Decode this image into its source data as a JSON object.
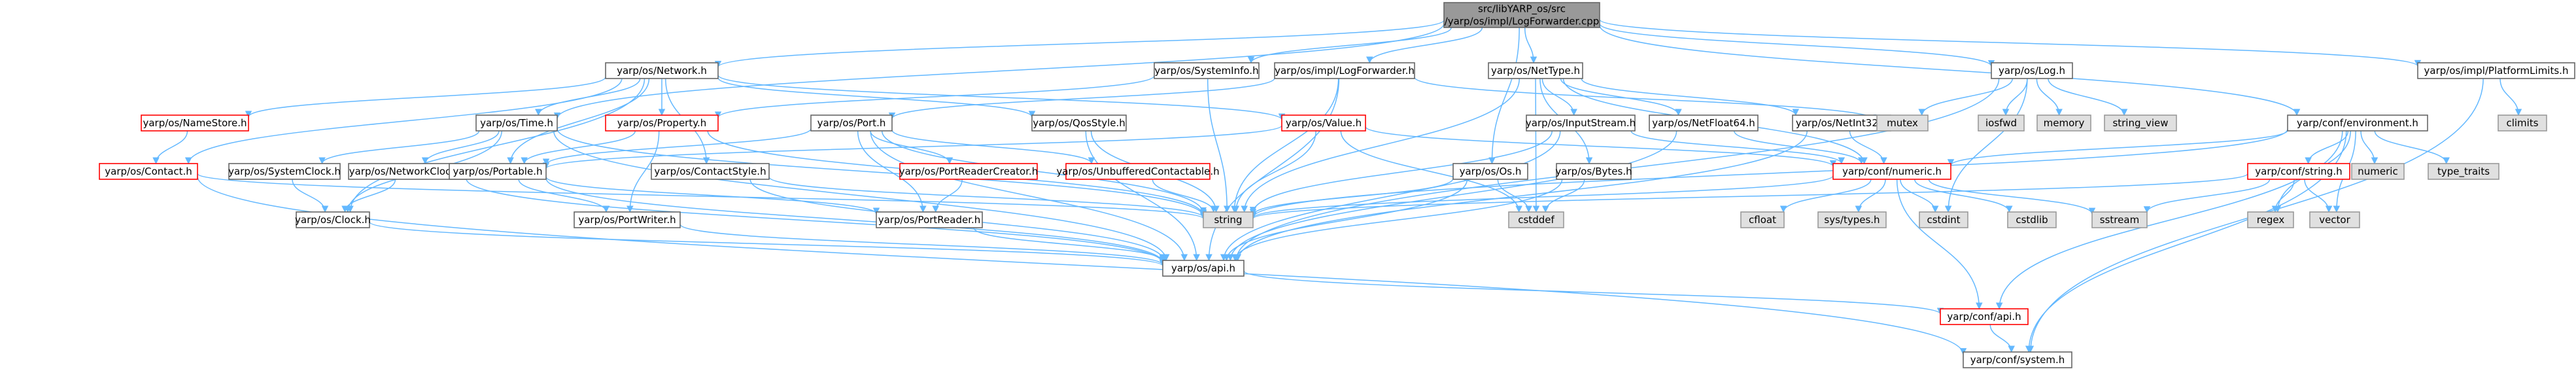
{
  "colors": {
    "normal_fill": "#ffffff",
    "normal_stroke": "#666666",
    "root_fill": "#999999",
    "root_stroke": "#666666",
    "red_fill": "#ffffff",
    "red_stroke": "#ff0000",
    "system_fill": "#e0e0e0",
    "system_stroke": "#999999",
    "text": "#000000",
    "edge": "#63b8ff"
  },
  "nodes": [
    {
      "id": "root",
      "lines": [
        "src/libYARP_os/src",
        "/yarp/os/impl/LogForwarder.cpp"
      ],
      "style": "root"
    },
    {
      "id": "network",
      "lines": [
        "yarp/os/Network.h"
      ],
      "style": "normal"
    },
    {
      "id": "sysinfo",
      "lines": [
        "yarp/os/SystemInfo.h"
      ],
      "style": "normal"
    },
    {
      "id": "logfwd",
      "lines": [
        "yarp/os/impl/LogForwarder.h"
      ],
      "style": "normal"
    },
    {
      "id": "nettype",
      "lines": [
        "yarp/os/NetType.h"
      ],
      "style": "normal"
    },
    {
      "id": "log",
      "lines": [
        "yarp/os/Log.h"
      ],
      "style": "normal"
    },
    {
      "id": "platlimits",
      "lines": [
        "yarp/os/impl/PlatformLimits.h"
      ],
      "style": "normal"
    },
    {
      "id": "namestore",
      "lines": [
        "yarp/os/NameStore.h"
      ],
      "style": "red"
    },
    {
      "id": "time",
      "lines": [
        "yarp/os/Time.h"
      ],
      "style": "normal"
    },
    {
      "id": "property",
      "lines": [
        "yarp/os/Property.h"
      ],
      "style": "red"
    },
    {
      "id": "port",
      "lines": [
        "yarp/os/Port.h"
      ],
      "style": "normal"
    },
    {
      "id": "qosstyle",
      "lines": [
        "yarp/os/QosStyle.h"
      ],
      "style": "normal"
    },
    {
      "id": "value",
      "lines": [
        "yarp/os/Value.h"
      ],
      "style": "red"
    },
    {
      "id": "inputstream",
      "lines": [
        "yarp/os/InputStream.h"
      ],
      "style": "normal"
    },
    {
      "id": "netfloat64",
      "lines": [
        "yarp/os/NetFloat64.h"
      ],
      "style": "normal"
    },
    {
      "id": "netint32",
      "lines": [
        "yarp/os/NetInt32.h"
      ],
      "style": "normal"
    },
    {
      "id": "mutex",
      "lines": [
        "mutex"
      ],
      "style": "system"
    },
    {
      "id": "iosfwd",
      "lines": [
        "iosfwd"
      ],
      "style": "system"
    },
    {
      "id": "memory",
      "lines": [
        "memory"
      ],
      "style": "system"
    },
    {
      "id": "string_view",
      "lines": [
        "string_view"
      ],
      "style": "system"
    },
    {
      "id": "environment",
      "lines": [
        "yarp/conf/environment.h"
      ],
      "style": "normal"
    },
    {
      "id": "climits",
      "lines": [
        "climits"
      ],
      "style": "system"
    },
    {
      "id": "contact",
      "lines": [
        "yarp/os/Contact.h"
      ],
      "style": "red"
    },
    {
      "id": "sysclock",
      "lines": [
        "yarp/os/SystemClock.h"
      ],
      "style": "normal"
    },
    {
      "id": "netclock",
      "lines": [
        "yarp/os/NetworkClock.h"
      ],
      "style": "normal"
    },
    {
      "id": "portable",
      "lines": [
        "yarp/os/Portable.h"
      ],
      "style": "normal"
    },
    {
      "id": "contactstyle",
      "lines": [
        "yarp/os/ContactStyle.h"
      ],
      "style": "normal"
    },
    {
      "id": "portreadercreator",
      "lines": [
        "yarp/os/PortReaderCreator.h"
      ],
      "style": "red"
    },
    {
      "id": "unbuffered",
      "lines": [
        "yarp/os/UnbufferedContactable.h"
      ],
      "style": "red"
    },
    {
      "id": "os",
      "lines": [
        "yarp/os/Os.h"
      ],
      "style": "normal"
    },
    {
      "id": "bytes",
      "lines": [
        "yarp/os/Bytes.h"
      ],
      "style": "normal"
    },
    {
      "id": "numeric",
      "lines": [
        "yarp/conf/numeric.h"
      ],
      "style": "red"
    },
    {
      "id": "confstring",
      "lines": [
        "yarp/conf/string.h"
      ],
      "style": "red"
    },
    {
      "id": "numeric_sys",
      "lines": [
        "numeric"
      ],
      "style": "system"
    },
    {
      "id": "type_traits",
      "lines": [
        "type_traits"
      ],
      "style": "system"
    },
    {
      "id": "clock",
      "lines": [
        "yarp/os/Clock.h"
      ],
      "style": "normal"
    },
    {
      "id": "portwriter",
      "lines": [
        "yarp/os/PortWriter.h"
      ],
      "style": "normal"
    },
    {
      "id": "portreader",
      "lines": [
        "yarp/os/PortReader.h"
      ],
      "style": "normal"
    },
    {
      "id": "string",
      "lines": [
        "string"
      ],
      "style": "system"
    },
    {
      "id": "cstddef",
      "lines": [
        "cstddef"
      ],
      "style": "system"
    },
    {
      "id": "cfloat",
      "lines": [
        "cfloat"
      ],
      "style": "system"
    },
    {
      "id": "systypes",
      "lines": [
        "sys/types.h"
      ],
      "style": "system"
    },
    {
      "id": "cstdint",
      "lines": [
        "cstdint"
      ],
      "style": "system"
    },
    {
      "id": "cstdlib",
      "lines": [
        "cstdlib"
      ],
      "style": "system"
    },
    {
      "id": "sstream",
      "lines": [
        "sstream"
      ],
      "style": "system"
    },
    {
      "id": "regex",
      "lines": [
        "regex"
      ],
      "style": "system"
    },
    {
      "id": "vector",
      "lines": [
        "vector"
      ],
      "style": "system"
    },
    {
      "id": "osapi",
      "lines": [
        "yarp/os/api.h"
      ],
      "style": "normal"
    },
    {
      "id": "confapi",
      "lines": [
        "yarp/conf/api.h"
      ],
      "style": "red"
    },
    {
      "id": "confsystem",
      "lines": [
        "yarp/conf/system.h"
      ],
      "style": "normal"
    }
  ],
  "edges": [
    [
      "root",
      "network"
    ],
    [
      "root",
      "sysinfo"
    ],
    [
      "root",
      "logfwd"
    ],
    [
      "root",
      "nettype"
    ],
    [
      "root",
      "log"
    ],
    [
      "root",
      "platlimits"
    ],
    [
      "root",
      "environment"
    ],
    [
      "root",
      "time"
    ],
    [
      "root",
      "os"
    ],
    [
      "network",
      "namestore"
    ],
    [
      "network",
      "time"
    ],
    [
      "network",
      "property"
    ],
    [
      "network",
      "qosstyle"
    ],
    [
      "network",
      "value"
    ],
    [
      "network",
      "contactstyle"
    ],
    [
      "network",
      "contact"
    ],
    [
      "network",
      "portable"
    ],
    [
      "network",
      "clock"
    ],
    [
      "namestore",
      "contact"
    ],
    [
      "time",
      "sysclock"
    ],
    [
      "time",
      "netclock"
    ],
    [
      "time",
      "clock"
    ],
    [
      "time",
      "osapi"
    ],
    [
      "time",
      "string"
    ],
    [
      "sysinfo",
      "property"
    ],
    [
      "sysinfo",
      "string"
    ],
    [
      "logfwd",
      "port"
    ],
    [
      "logfwd",
      "mutex"
    ],
    [
      "logfwd",
      "string"
    ],
    [
      "logfwd",
      "osapi"
    ],
    [
      "property",
      "portable"
    ],
    [
      "property",
      "portwriter"
    ],
    [
      "property",
      "string"
    ],
    [
      "port",
      "portable"
    ],
    [
      "port",
      "portreadercreator"
    ],
    [
      "port",
      "unbuffered"
    ],
    [
      "port",
      "portreader"
    ],
    [
      "port",
      "osapi"
    ],
    [
      "port",
      "string"
    ],
    [
      "qosstyle",
      "string"
    ],
    [
      "qosstyle",
      "osapi"
    ],
    [
      "value",
      "portable"
    ],
    [
      "value",
      "string"
    ],
    [
      "value",
      "cstddef"
    ],
    [
      "value",
      "numeric"
    ],
    [
      "nettype",
      "inputstream"
    ],
    [
      "nettype",
      "netfloat64"
    ],
    [
      "nettype",
      "netint32"
    ],
    [
      "nettype",
      "bytes"
    ],
    [
      "nettype",
      "numeric"
    ],
    [
      "nettype",
      "string"
    ],
    [
      "nettype",
      "cstddef"
    ],
    [
      "inputstream",
      "string"
    ],
    [
      "inputstream",
      "numeric"
    ],
    [
      "inputstream",
      "osapi"
    ],
    [
      "netfloat64",
      "numeric"
    ],
    [
      "netfloat64",
      "osapi"
    ],
    [
      "netint32",
      "numeric"
    ],
    [
      "netint32",
      "osapi"
    ],
    [
      "log",
      "mutex"
    ],
    [
      "log",
      "iosfwd"
    ],
    [
      "log",
      "memory"
    ],
    [
      "log",
      "string_view"
    ],
    [
      "log",
      "osapi"
    ],
    [
      "log",
      "cstdint"
    ],
    [
      "platlimits",
      "climits"
    ],
    [
      "platlimits",
      "confsystem"
    ],
    [
      "environment",
      "numeric"
    ],
    [
      "environment",
      "confstring"
    ],
    [
      "environment",
      "numeric_sys"
    ],
    [
      "environment",
      "type_traits"
    ],
    [
      "environment",
      "regex"
    ],
    [
      "environment",
      "vector"
    ],
    [
      "environment",
      "confsystem"
    ],
    [
      "environment",
      "confapi"
    ],
    [
      "environment",
      "string"
    ],
    [
      "contact",
      "string"
    ],
    [
      "contact",
      "confsystem"
    ],
    [
      "sysclock",
      "clock"
    ],
    [
      "netclock",
      "clock"
    ],
    [
      "netclock",
      "osapi"
    ],
    [
      "portable",
      "portwriter"
    ],
    [
      "portable",
      "portreader"
    ],
    [
      "portable",
      "osapi"
    ],
    [
      "contactstyle",
      "string"
    ],
    [
      "contactstyle",
      "osapi"
    ],
    [
      "portreadercreator",
      "portreader"
    ],
    [
      "unbuffered",
      "string"
    ],
    [
      "os",
      "string"
    ],
    [
      "os",
      "cstddef"
    ],
    [
      "os",
      "osapi"
    ],
    [
      "bytes",
      "cstddef"
    ],
    [
      "bytes",
      "osapi"
    ],
    [
      "numeric",
      "cfloat"
    ],
    [
      "numeric",
      "systypes"
    ],
    [
      "numeric",
      "cstdint"
    ],
    [
      "numeric",
      "cstdlib"
    ],
    [
      "numeric",
      "sstream"
    ],
    [
      "numeric",
      "string"
    ],
    [
      "numeric",
      "confapi"
    ],
    [
      "confstring",
      "regex"
    ],
    [
      "confstring",
      "sstream"
    ],
    [
      "confstring",
      "vector"
    ],
    [
      "confstring",
      "string"
    ],
    [
      "clock",
      "osapi"
    ],
    [
      "portwriter",
      "osapi"
    ],
    [
      "portreader",
      "osapi"
    ],
    [
      "osapi",
      "confapi"
    ],
    [
      "confapi",
      "confsystem"
    ]
  ]
}
